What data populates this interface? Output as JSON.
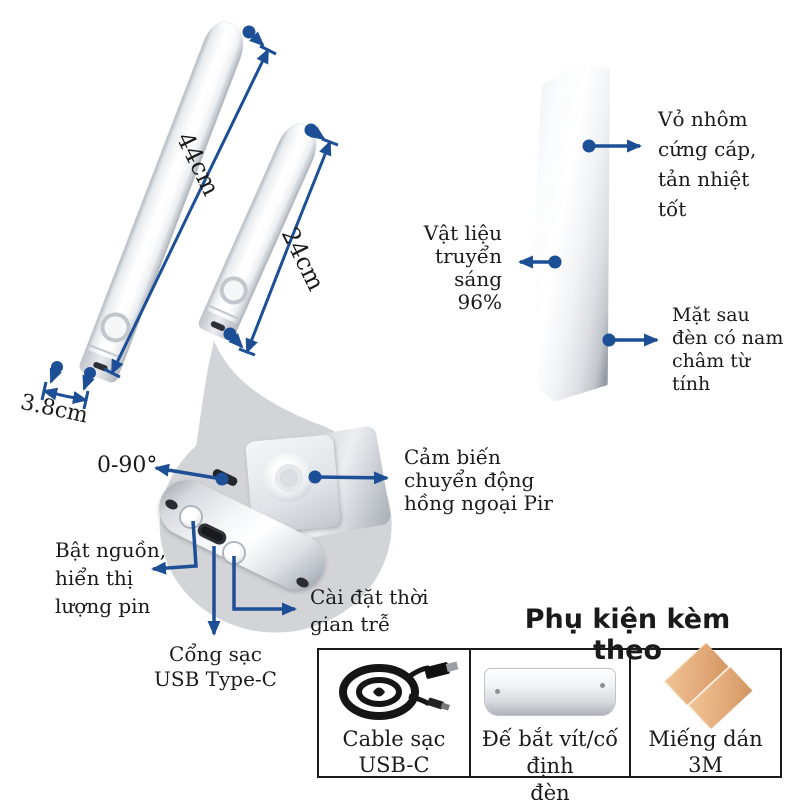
{
  "colors": {
    "arrow_blue": "#1d4f96",
    "label_text": "#1b1b1b",
    "pad_3m": "#e2a878",
    "magnifier_gray": "#d3d4d8"
  },
  "dimensions": {
    "long_bar_length": "44cm",
    "short_bar_length": "24cm",
    "bar_width": "3.8cm",
    "rotation_range": "0-90°"
  },
  "annotations": {
    "power": "Bật nguồn,\nhiển thị\nlượng pin",
    "usb": "Cổng sạc\nUSB Type-C",
    "delay": "Cài đặt thời\ngian trễ",
    "sensor": "Cảm biến\nchuyển động\nhồng ngoại Pir",
    "housing": "Vỏ nhôm\ncứng cáp,\ntản nhiệt\ntốt",
    "material": "Vật liệu\ntruyển\nsáng\n96%",
    "magnet": "Mặt sau\nđèn có nam\nchâm từ\ntính"
  },
  "accessories": {
    "heading": "Phụ kiện kèm theo",
    "items": [
      {
        "label": "Cable sạc USB-C"
      },
      {
        "label": "Đế bắt vít/cố định\nđèn"
      },
      {
        "label": "Miếng dán 3M"
      }
    ]
  }
}
